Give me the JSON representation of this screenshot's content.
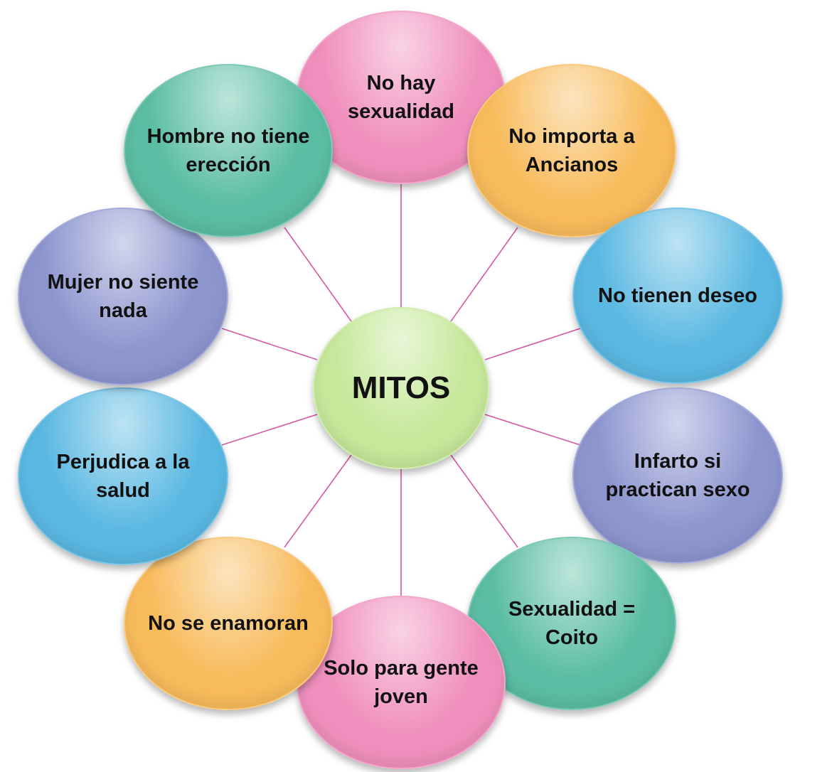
{
  "hub": {
    "label": "MITOS",
    "color": "#c6e89a"
  },
  "nodes": [
    {
      "id": "n-top",
      "label": "No hay sexualidad",
      "color": "#f08fbd"
    },
    {
      "id": "n-topright",
      "label": "No importa a Ancianos",
      "color": "#f8bb5c"
    },
    {
      "id": "n-right1",
      "label": "No tienen deseo",
      "color": "#5ab8e2"
    },
    {
      "id": "n-right2",
      "label": "Infarto si practican sexo",
      "color": "#8d95cf"
    },
    {
      "id": "n-botright",
      "label": "Sexualidad = Coito",
      "color": "#5bbda3"
    },
    {
      "id": "n-bottom",
      "label": "Solo para gente joven",
      "color": "#f08fbd"
    },
    {
      "id": "n-botleft",
      "label": "No se enamoran",
      "color": "#f8bb5c"
    },
    {
      "id": "n-left2",
      "label": "Perjudica a la salud",
      "color": "#5ab8e2"
    },
    {
      "id": "n-left1",
      "label": "Mujer no siente nada",
      "color": "#8d95cf"
    },
    {
      "id": "n-topleft",
      "label": "Hombre no tiene erección",
      "color": "#5bbda3"
    }
  ],
  "connector_color": "#d45aa0"
}
